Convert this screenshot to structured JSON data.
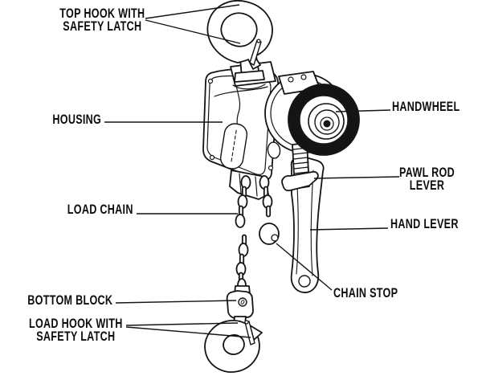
{
  "figure": {
    "description": "Black-and-white technical line drawing of a lever chain hoist with labeled parts"
  },
  "colors": {
    "background": "#ffffff",
    "line": "#141414",
    "text": "#0d0d0d"
  },
  "labels": {
    "top_hook": {
      "line1": "TOP HOOK WITH",
      "line2": "SAFETY LATCH"
    },
    "housing": {
      "text": "HOUSING"
    },
    "load_chain": {
      "text": "LOAD CHAIN"
    },
    "bottom_block": {
      "text": "BOTTOM BLOCK"
    },
    "load_hook": {
      "line1": "LOAD HOOK WITH",
      "line2": "SAFETY LATCH"
    },
    "handwheel": {
      "text": "HANDWHEEL"
    },
    "pawl_rod_lever": {
      "line1": "PAWL ROD",
      "line2": "LEVER"
    },
    "hand_lever": {
      "text": "HAND LEVER"
    },
    "chain_stop": {
      "text": "CHAIN STOP"
    }
  }
}
